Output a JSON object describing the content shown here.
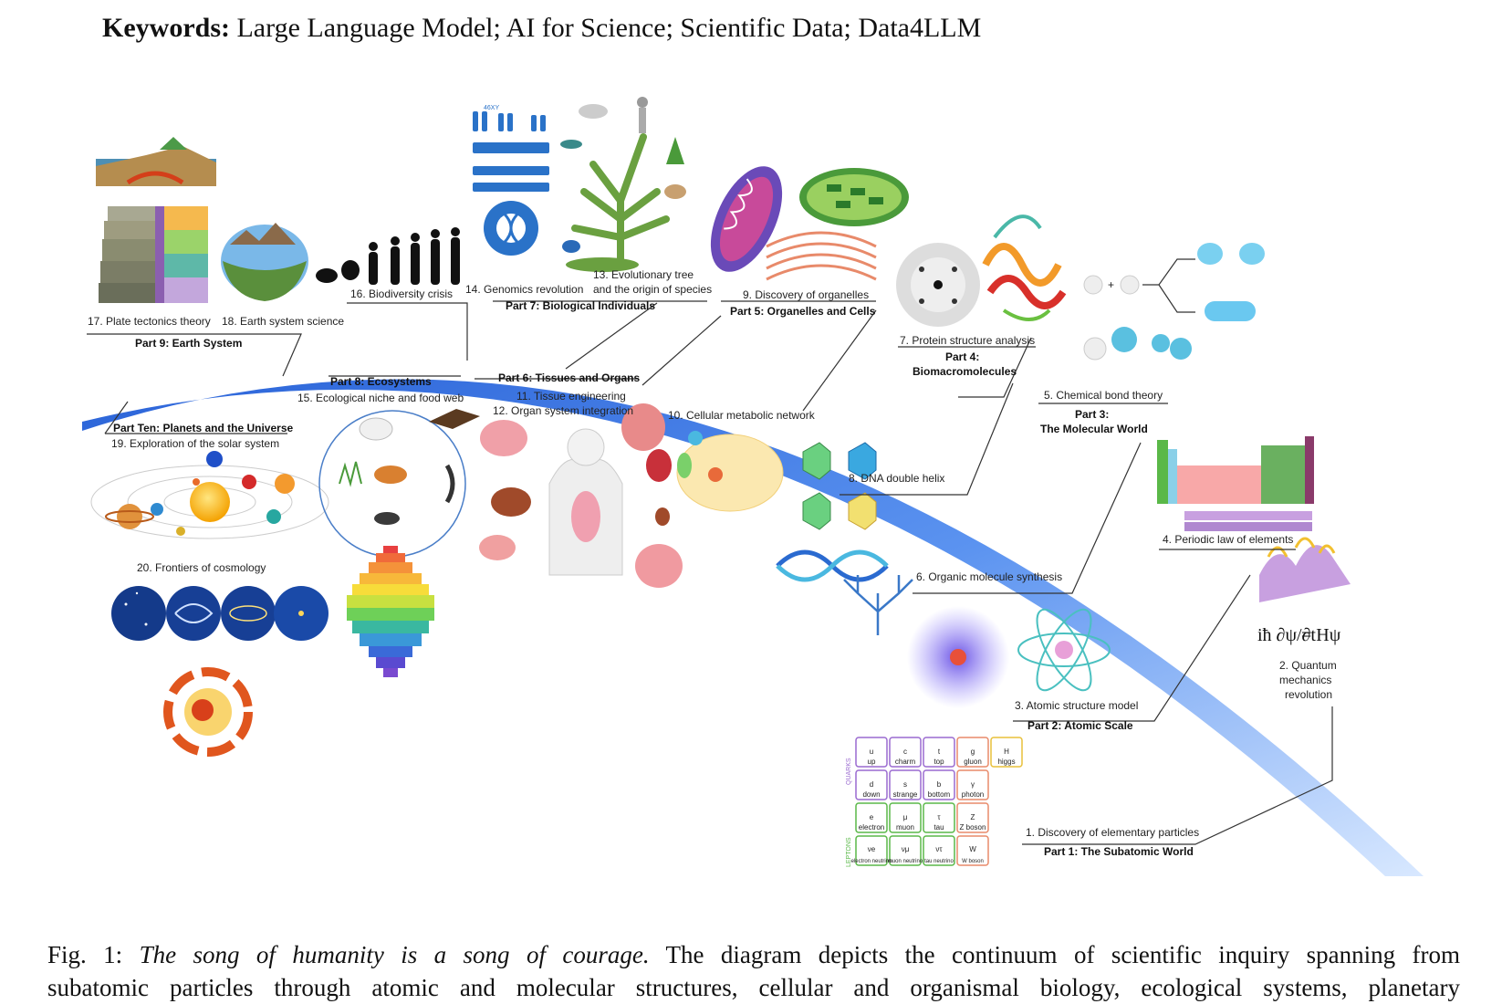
{
  "keywords": {
    "label": "Keywords:",
    "text": "Large Language Model; AI for Science; Scientific Data; Data4LLM"
  },
  "caption": {
    "prefix": "Fig. 1:",
    "title": "The song of humanity is a song of courage.",
    "line1_rest": "The diagram depicts the continuum of scientific inquiry spanning from",
    "line2": "subatomic particles through atomic and molecular structures, cellular and organismal biology, ecological systems, planetary"
  },
  "parts": {
    "p1": "Part 1: The Subatomic World",
    "p2": "Part 2: Atomic Scale",
    "p3a": "Part 3:",
    "p3b": "The Molecular World",
    "p4a": "Part 4:",
    "p4b": "Biomacromolecules",
    "p5": "Part 5: Organelles and Cells",
    "p6": "Part 6: Tissues and Organs",
    "p7": "Part 7: Biological Individuals",
    "p8": "Part 8: Ecosystems",
    "p9": "Part 9: Earth System",
    "p10": "Part Ten: Planets and the Universe"
  },
  "topics": {
    "t1": "1. Discovery of elementary particles",
    "t2a": "2. Quantum",
    "t2b": "mechanics",
    "t2c": "revolution",
    "t3": "3. Atomic structure model",
    "t4": "4. Periodic law of elements",
    "t5": "5. Chemical bond theory",
    "t6": "6. Organic molecule synthesis",
    "t7": "7. Protein structure analysis",
    "t8": "8. DNA double helix",
    "t9": "9. Discovery of organelles",
    "t10": "10. Cellular metabolic network",
    "t11": "11. Tissue engineering",
    "t12": "12. Organ system integration",
    "t13a": "13. Evolutionary tree",
    "t13b": "and the origin of species",
    "t14": "14. Genomics revolution",
    "t15": "15. Ecological niche and food web",
    "t16": "16. Biodiversity crisis",
    "t17": "17. Plate tectonics theory",
    "t18": "18. Earth system science",
    "t19": "19. Exploration of the solar system",
    "t20": "20. Frontiers of cosmology"
  },
  "particles": {
    "row1": [
      "up",
      "charm",
      "top",
      "gluon",
      "higgs"
    ],
    "row2": [
      "down",
      "strange",
      "bottom",
      "photon"
    ],
    "row3": [
      "electron",
      "muon",
      "tau",
      "Z boson"
    ],
    "row4": [
      "electron neutrino",
      "muon neutrino",
      "tau neutrino",
      "W boson"
    ],
    "symbols1": [
      "u",
      "c",
      "t",
      "g",
      "H"
    ],
    "symbols2": [
      "d",
      "s",
      "b",
      "γ"
    ],
    "symbols3": [
      "e",
      "μ",
      "τ",
      "Z"
    ],
    "symbols4": [
      "νe",
      "νμ",
      "ντ",
      "W"
    ],
    "quarks": "QUARKS",
    "leptons": "LEPTONS"
  },
  "equation": {
    "lhs": "iħ ∂ψ/∂t",
    "eq": "= Hψ"
  },
  "chromosome_label": "46XY",
  "colors": {
    "arc_dark": "#2f6fe0",
    "arc_light": "#cfe1ff"
  }
}
